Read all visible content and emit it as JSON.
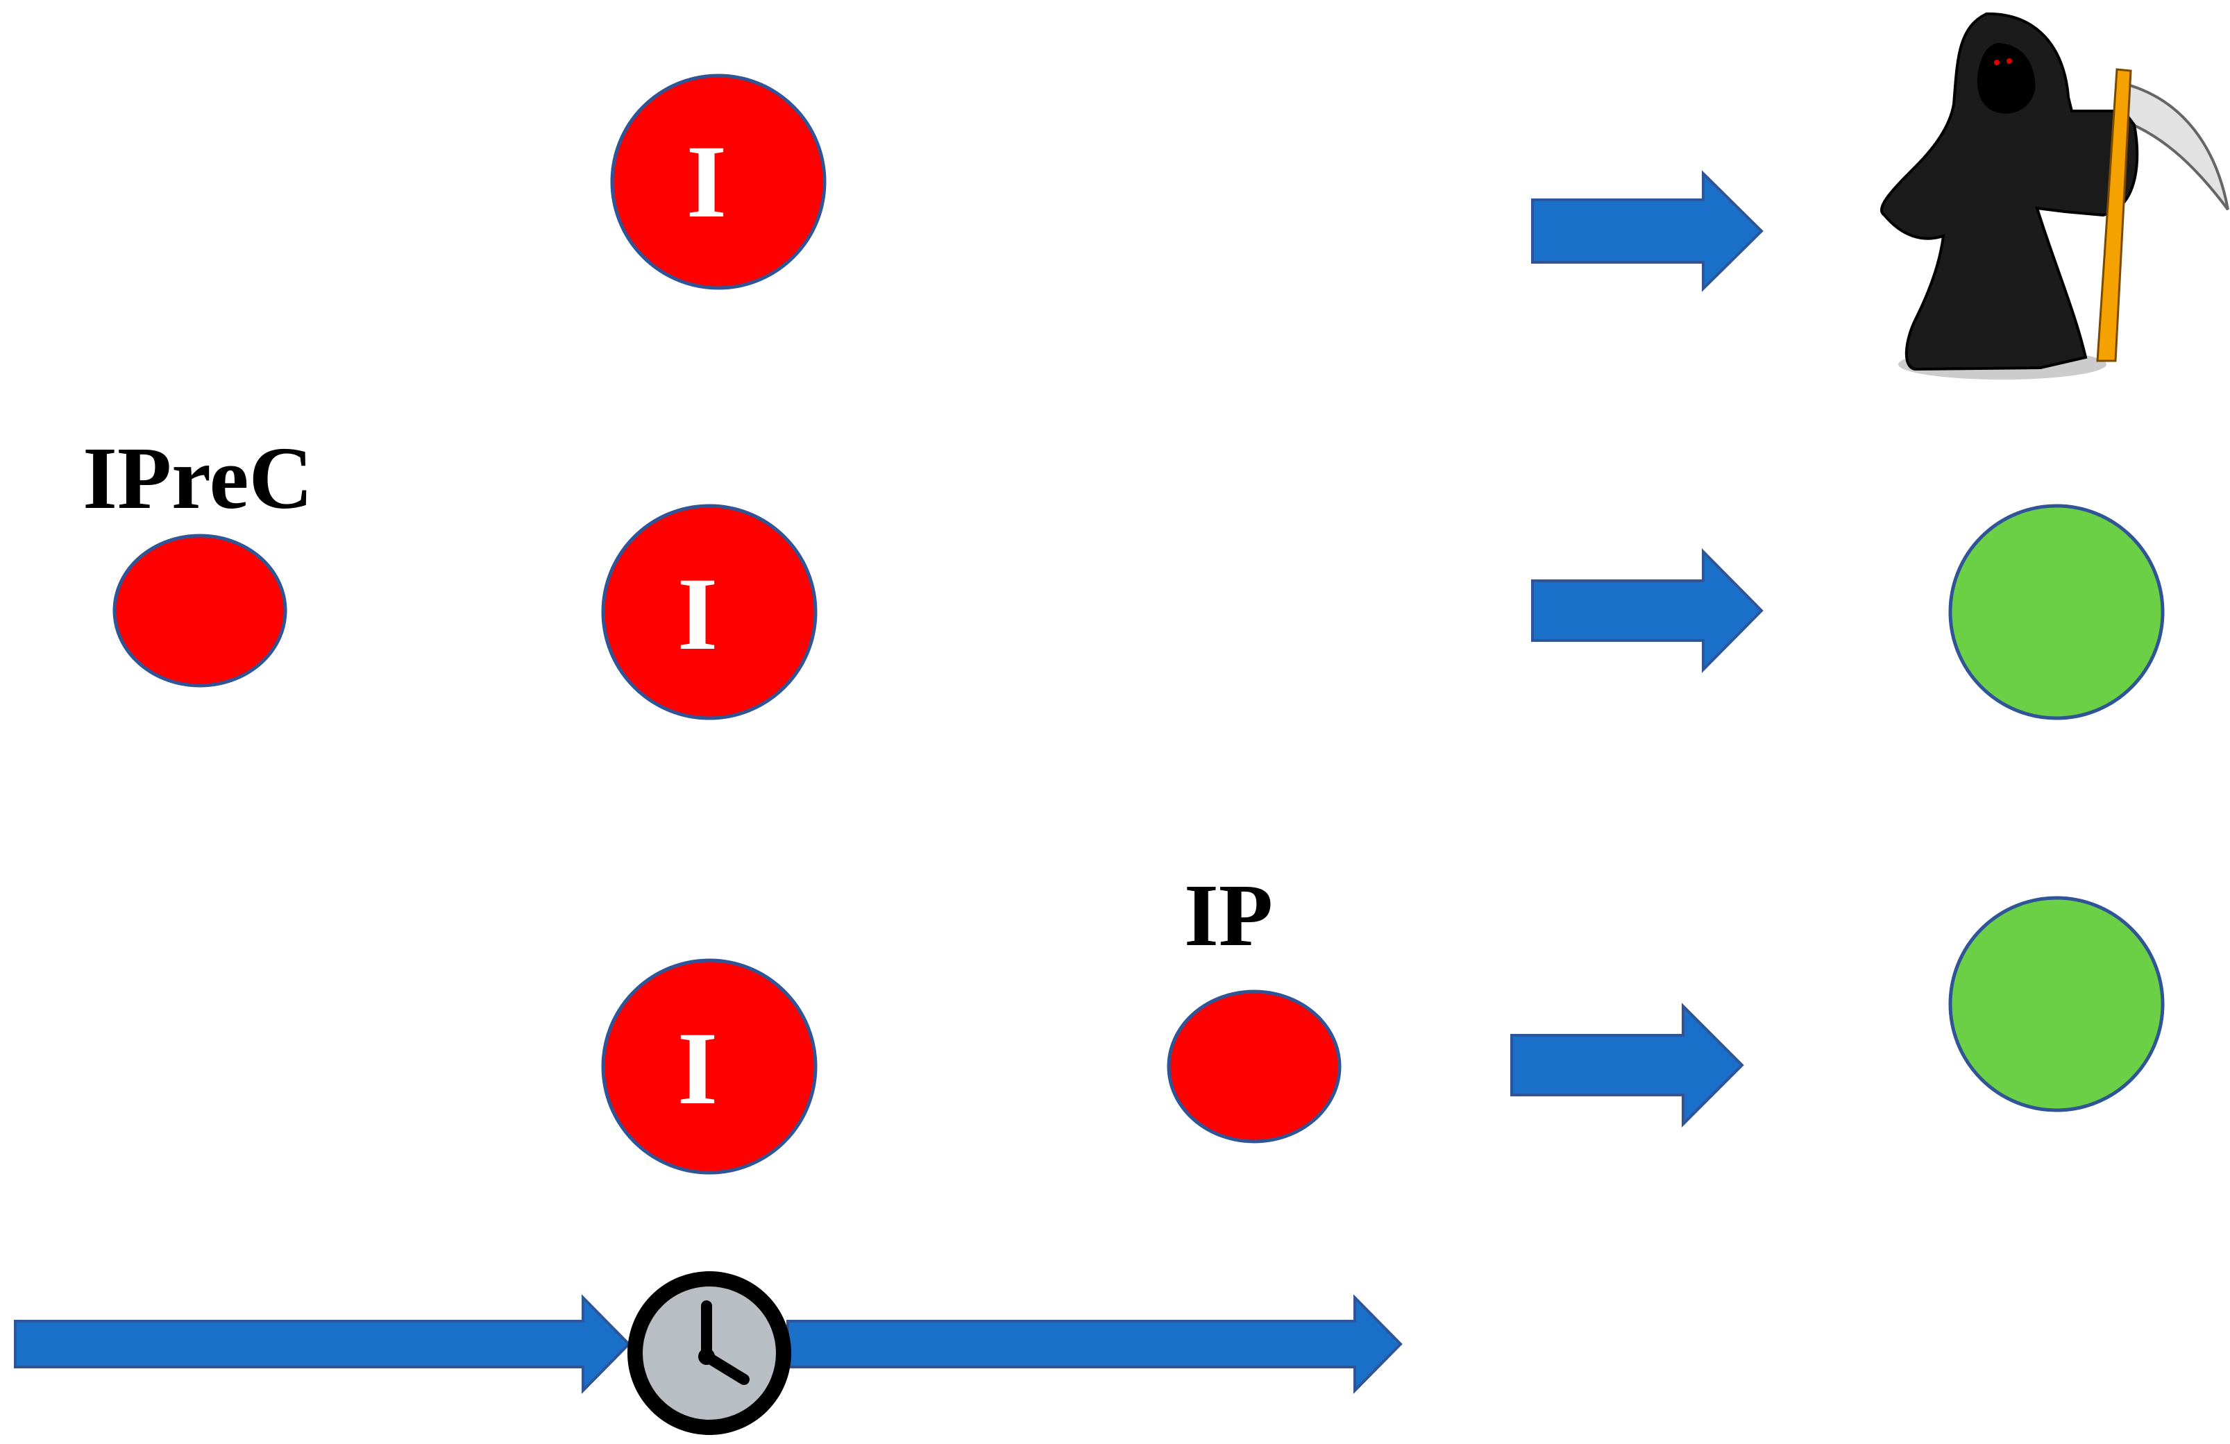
{
  "labels": {
    "iprec": "IPreC",
    "ip": "IP",
    "infected_top": "I",
    "infected_middle": "I",
    "infected_bottom": "I"
  },
  "colors": {
    "infected_red": "#ff0000",
    "recovered_green": "#6cd046",
    "arrow_blue": "#1a6fc8",
    "outline_blue": "#2f5597",
    "clock_face": "#b9bec5",
    "text_black": "#000000",
    "text_white": "#ffffff"
  },
  "icons": {
    "death": "grim-reaper-icon",
    "time": "clock-icon"
  }
}
